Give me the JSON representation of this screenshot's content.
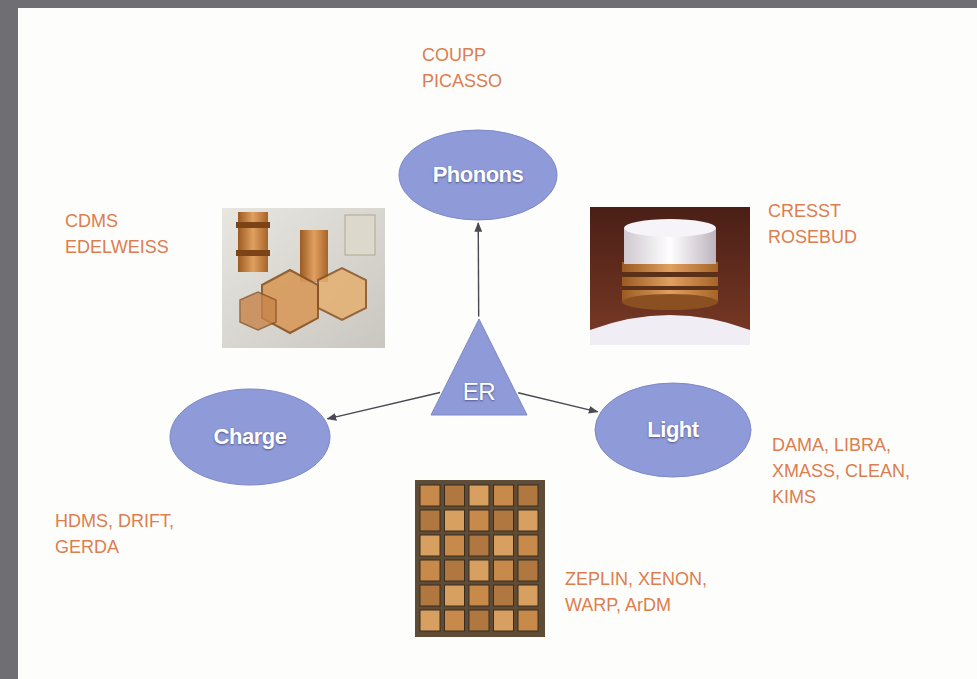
{
  "diagram": {
    "nodes": [
      {
        "text": [
          "Phonons"
        ]
      },
      {
        "text": [
          "ER"
        ]
      },
      {
        "text": [
          "Charge"
        ]
      },
      {
        "text": [
          "Light"
        ]
      }
    ],
    "edges": [
      {
        "from": 1,
        "to": 0,
        "arrow": "to"
      },
      {
        "from": 1,
        "to": 2,
        "arrow": "to"
      },
      {
        "from": 1,
        "to": 3,
        "arrow": "to"
      }
    ],
    "labels": [
      "COUPP PICASSO",
      "CDMS EDELWEISS",
      "CRESST ROSEBUD",
      "DAMA, LIBRA, XMASS, CLEAN, KIMS",
      "HDMS, DRIFT, GERDA",
      "ZEPLIN, XENON, WARP, ArDM"
    ]
  }
}
